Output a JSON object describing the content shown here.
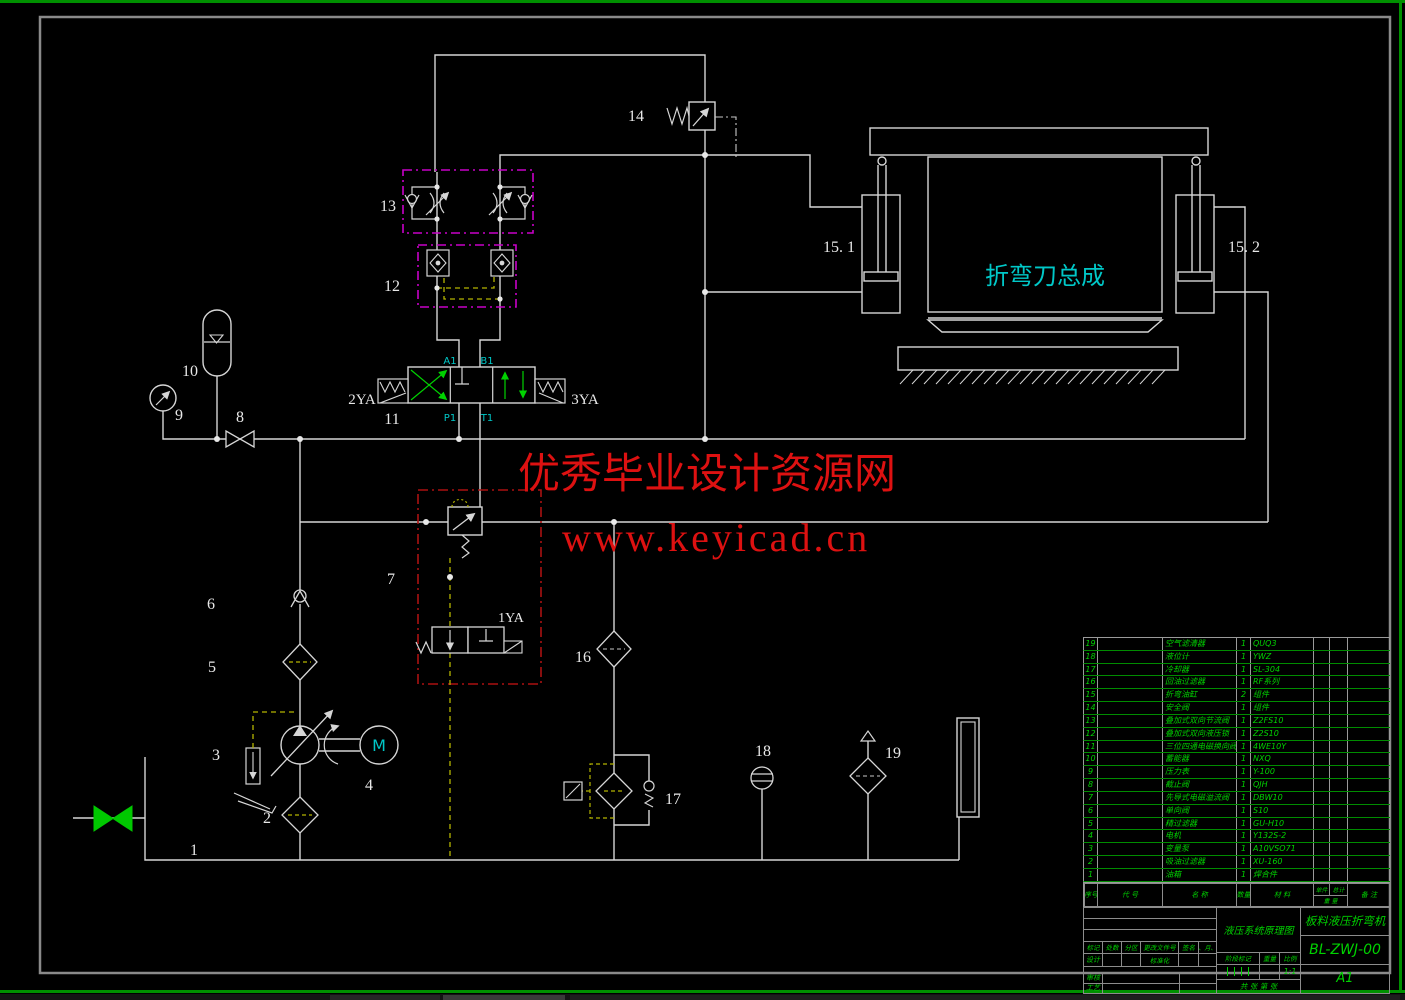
{
  "watermark": {
    "line1": "优秀毕业设计资源网",
    "line2": "www.keyicad.cn"
  },
  "machine": {
    "assembly_label": "折弯刀总成"
  },
  "labels": {
    "n1": "1",
    "n2": "2",
    "n3": "3",
    "n4": "4",
    "n5": "5",
    "n6": "6",
    "n7": "7",
    "n8": "8",
    "n9": "9",
    "n10": "10",
    "n11": "11",
    "n12": "12",
    "n13": "13",
    "n14": "14",
    "n15_1": "15. 1",
    "n15_2": "15. 2",
    "n16": "16",
    "n17": "17",
    "n18": "18",
    "n19": "19",
    "sol_2ya": "2YA",
    "sol_3ya": "3YA",
    "sol_1ya": "1YA",
    "port_a1": "A1",
    "port_b1": "B1",
    "port_p1": "P1",
    "port_t1": "T1",
    "motor": "M"
  },
  "parts_list": {
    "rows": [
      {
        "no": "19",
        "name": "空气滤清器",
        "qty": "1",
        "model": "QUQ3"
      },
      {
        "no": "18",
        "name": "液位计",
        "qty": "1",
        "model": "YWZ"
      },
      {
        "no": "17",
        "name": "冷却器",
        "qty": "1",
        "model": "SL-304"
      },
      {
        "no": "16",
        "name": "回油过滤器",
        "qty": "1",
        "model": "RF系列"
      },
      {
        "no": "15",
        "name": "折弯油缸",
        "qty": "2",
        "model": "组件"
      },
      {
        "no": "14",
        "name": "安全阀",
        "qty": "1",
        "model": "组件"
      },
      {
        "no": "13",
        "name": "叠加式双向节流阀",
        "qty": "1",
        "model": "Z2FS10"
      },
      {
        "no": "12",
        "name": "叠加式双向液压锁",
        "qty": "1",
        "model": "Z2S10"
      },
      {
        "no": "11",
        "name": "三位四通电磁换向阀",
        "qty": "1",
        "model": "4WE10Y"
      },
      {
        "no": "10",
        "name": "蓄能器",
        "qty": "1",
        "model": "NXQ"
      },
      {
        "no": "9",
        "name": "压力表",
        "qty": "1",
        "model": "Y-100"
      },
      {
        "no": "8",
        "name": "截止阀",
        "qty": "1",
        "model": "QJH"
      },
      {
        "no": "7",
        "name": "先导式电磁溢流阀",
        "qty": "1",
        "model": "DBW10"
      },
      {
        "no": "6",
        "name": "单向阀",
        "qty": "1",
        "model": "S10"
      },
      {
        "no": "5",
        "name": "精过滤器",
        "qty": "1",
        "model": "GU-H10"
      },
      {
        "no": "4",
        "name": "电机",
        "qty": "1",
        "model": "Y132S-2"
      },
      {
        "no": "3",
        "name": "变量泵",
        "qty": "1",
        "model": "A10VSO71"
      },
      {
        "no": "2",
        "name": "吸油过滤器",
        "qty": "1",
        "model": "XU-160"
      },
      {
        "no": "1",
        "name": "油箱",
        "qty": "1",
        "model": "焊合件"
      }
    ]
  },
  "title_block": {
    "parts_header": {
      "no": "序号",
      "code": "代 号",
      "name": "名 称",
      "qty": "数量",
      "material": "材 料",
      "unit": "单件",
      "total": "总计",
      "weight": "重 量",
      "remark": "备 注"
    },
    "revision": {
      "mark": "标记",
      "count": "处数",
      "zone": "分区",
      "file": "更改文件号",
      "sign": "签名",
      "date": "年、月、日"
    },
    "approvals": {
      "design": "设计",
      "standard": "标准化",
      "check": "审核",
      "process": "工艺"
    },
    "stage": {
      "stage_mark": "阶段标记",
      "weight": "重量",
      "scale": "比例",
      "scale_value": "1:1",
      "sheet_note": "共 张 第 张"
    },
    "drawing_name": "液压系统原理图",
    "product_name": "板料液压折弯机",
    "drawing_no": "BL-ZWJ-00",
    "sheet_size": "A1"
  }
}
